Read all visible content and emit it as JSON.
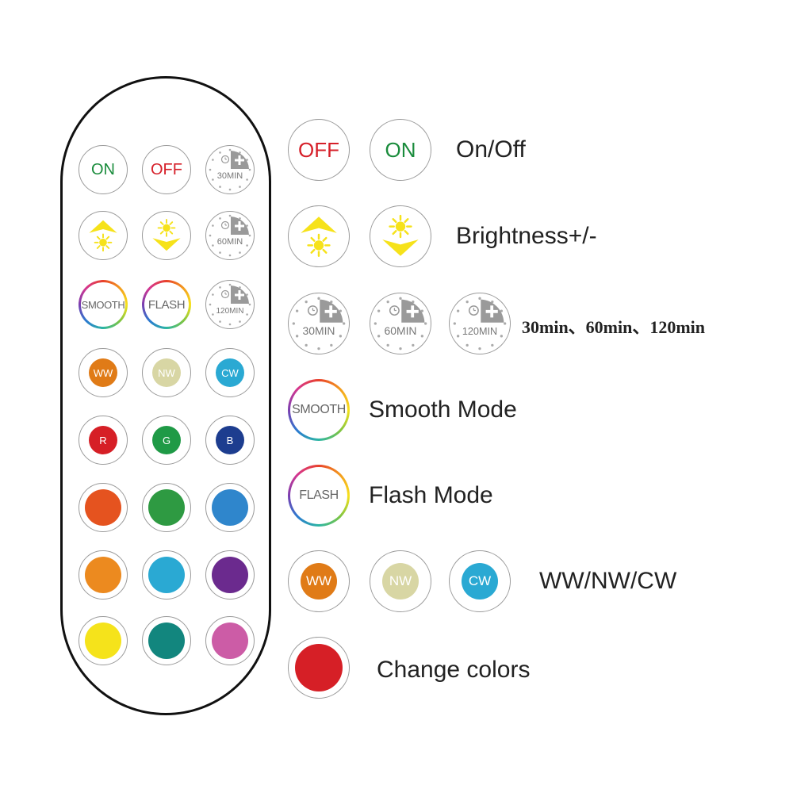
{
  "remote": {
    "row1": {
      "on": "ON",
      "off": "OFF",
      "timer": "30MIN"
    },
    "row2": {
      "timer": "60MIN"
    },
    "row3": {
      "smooth": "SMOOTH",
      "flash": "FLASH",
      "timer": "120MIN"
    },
    "row4": {
      "ww": "WW",
      "nw": "NW",
      "cw": "CW"
    },
    "row5": {
      "r": "R",
      "g": "G",
      "b": "B"
    }
  },
  "legend": {
    "on_off": {
      "off": "OFF",
      "on": "ON",
      "label": "On/Off"
    },
    "brightness": {
      "label": "Brightness+/-"
    },
    "timers": {
      "t30": "30MIN",
      "t60": "60MIN",
      "t120": "120MIN",
      "label": "30min、60min、120min"
    },
    "smooth": {
      "button": "SMOOTH",
      "label": "Smooth Mode"
    },
    "flash": {
      "button": "FLASH",
      "label": "Flash Mode"
    },
    "white": {
      "ww": "WW",
      "nw": "NW",
      "cw": "CW",
      "label": "WW/NW/CW"
    },
    "colors": {
      "label": "Change colors"
    }
  },
  "icons": [
    "sun-up-icon",
    "sun-down-icon",
    "clock-icon",
    "plus-icon"
  ],
  "colors": {
    "red": "#d61f26",
    "green": "#1f9a46",
    "blue": "#1d3d8f",
    "orange_red": "#e5531f",
    "mid_green": "#2e9a42",
    "mid_blue": "#2f86cc",
    "orange": "#ec8a1f",
    "cyan": "#2aa9d3",
    "purple": "#6b2a8e",
    "yellow": "#f5e31b",
    "teal": "#12867e",
    "pink": "#cc5ca6",
    "ww": "#e07b17",
    "nw": "#d8d6a4",
    "cw": "#2aa9d3",
    "sun": "#f6e21a"
  }
}
